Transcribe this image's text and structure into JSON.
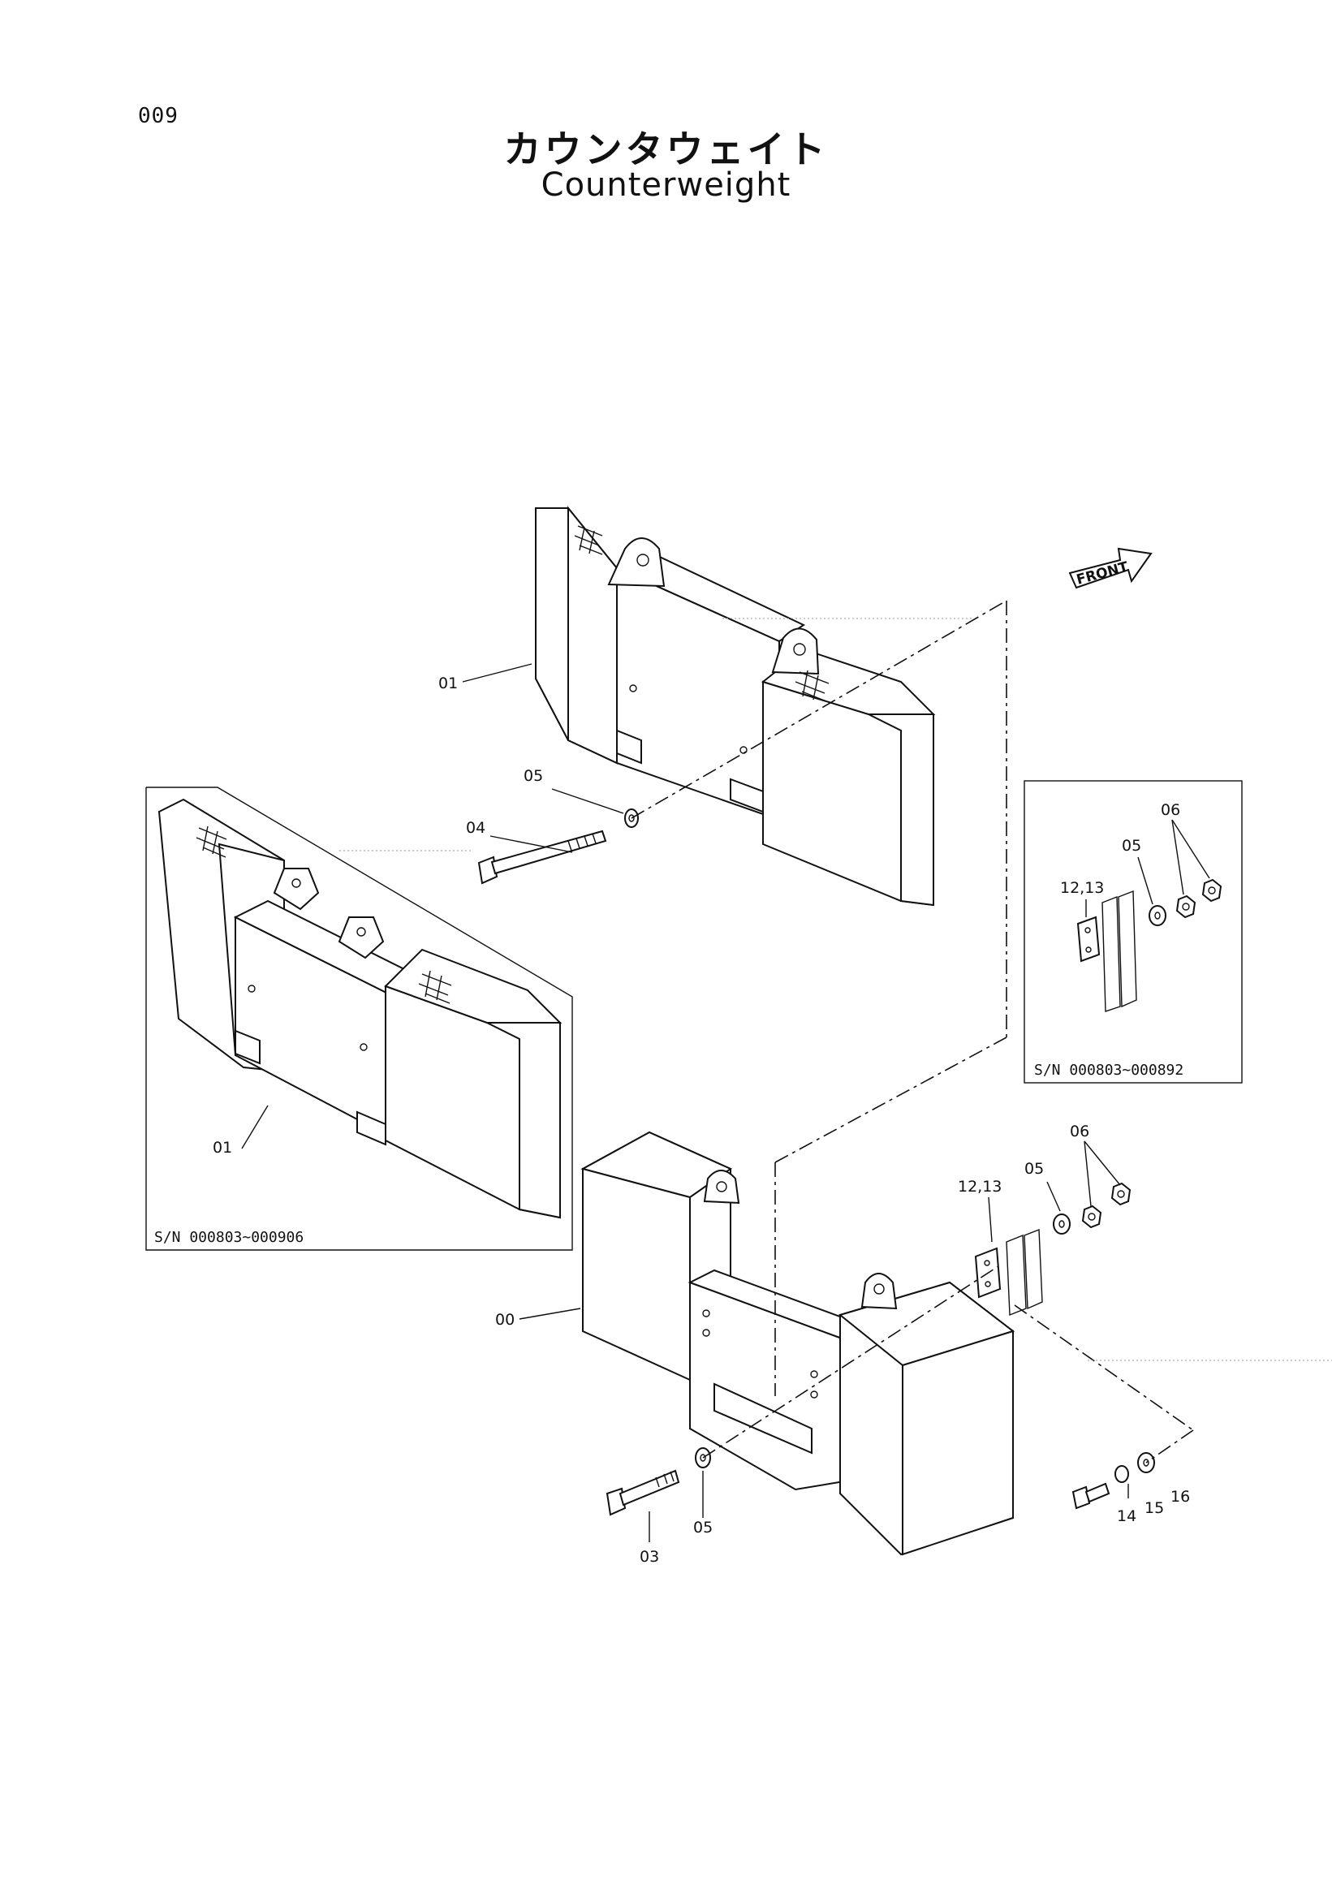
{
  "page": {
    "number": "009"
  },
  "title": {
    "japanese": "カウンタウェイト",
    "english": "Counterweight"
  },
  "direction_marker": "FRONT",
  "callouts": {
    "upper_counterweight": "01",
    "left_counterweight": "01",
    "main_counterweight": "00",
    "upper_washer": "05",
    "upper_bolt": "04",
    "lower_bolt": "03",
    "lower_washer": "05",
    "right_washer": "05",
    "right_nuts": "06",
    "right_plate": "12,13",
    "small_bolt": "14",
    "spring_washer": "15",
    "flat_washer": "16",
    "inset_washer": "05",
    "inset_nuts": "06",
    "inset_plate": "12,13"
  },
  "serial_ranges": {
    "left_inset": "S/N  000803~000906",
    "right_inset": "S/N  000803~000892"
  }
}
